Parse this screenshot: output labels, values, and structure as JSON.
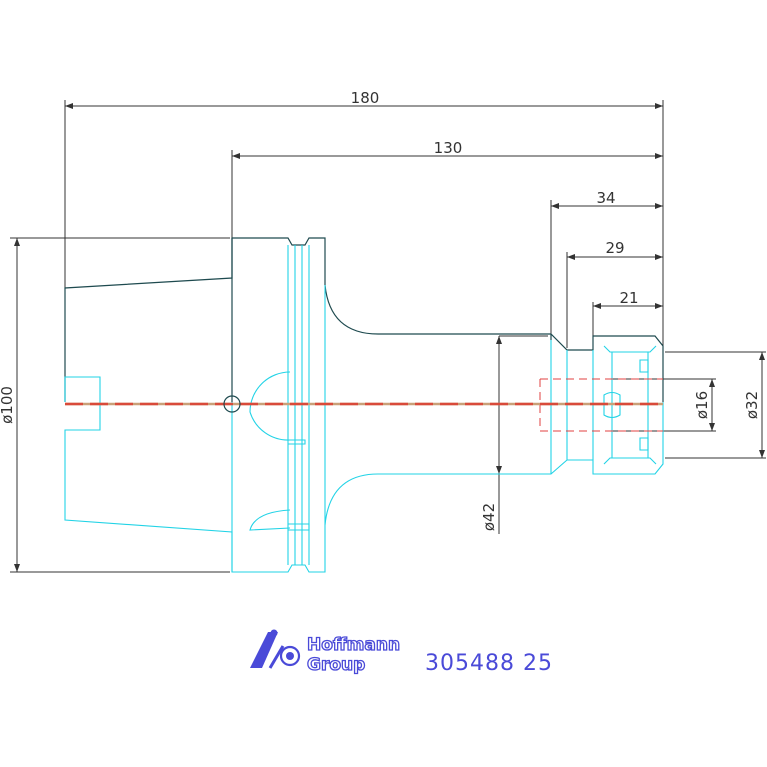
{
  "colors": {
    "outline_dark": "#1e4a4f",
    "outline_cyan": "#22d3e6",
    "dimension": "#333333",
    "centerline_red": "#d94a3a",
    "centerline_tan": "#c9a078",
    "hidden_red": "#e04040",
    "logo_blue": "#4a4ad8"
  },
  "dimensions": {
    "length_total": "180",
    "length_130": "130",
    "length_34": "34",
    "length_29": "29",
    "length_21": "21",
    "dia_100": "ø100",
    "dia_42": "ø42",
    "dia_16": "ø16",
    "dia_32": "ø32"
  },
  "logo": {
    "line1": "Hoffmann",
    "line2": "Group"
  },
  "part_number": "305488 25"
}
